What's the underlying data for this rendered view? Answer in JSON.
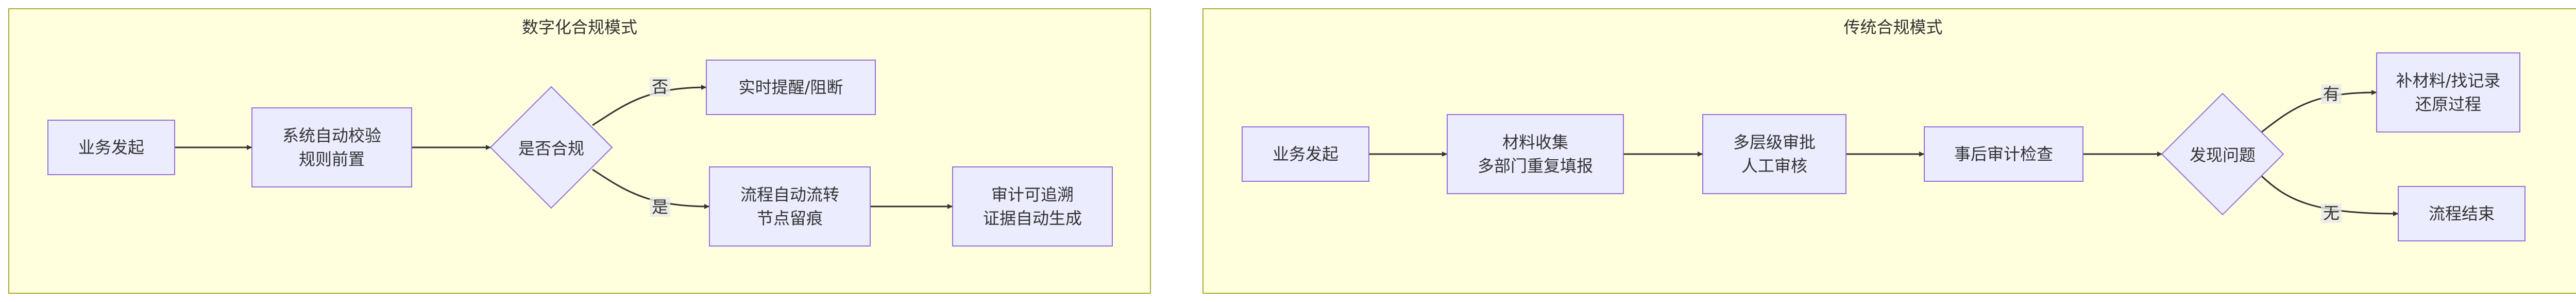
{
  "digital": {
    "title": "数字化合规模式",
    "n_start": "业务发起",
    "n_check_1": "系统自动校验",
    "n_check_2": "规则前置",
    "n_decision": "是否合规",
    "n_alert": "实时提醒/阻断",
    "n_flow_1": "流程自动流转",
    "n_flow_2": "节点留痕",
    "n_audit_1": "审计可追溯",
    "n_audit_2": "证据自动生成",
    "e_no": "否",
    "e_yes": "是"
  },
  "traditional": {
    "title": "传统合规模式",
    "n_start": "业务发起",
    "n_collect_1": "材料收集",
    "n_collect_2": "多部门重复填报",
    "n_approve_1": "多层级审批",
    "n_approve_2": "人工审核",
    "n_post": "事后审计检查",
    "n_decision": "发现问题",
    "n_fix_1": "补材料/找记录",
    "n_fix_2": "还原过程",
    "n_end": "流程结束",
    "e_yes": "有",
    "e_no": "无"
  },
  "colors": {
    "cluster_fill": "#ffffde",
    "cluster_stroke": "#aaaa33",
    "node_fill": "#ececff",
    "node_stroke": "#9370db",
    "edge": "#333333",
    "text": "#333333"
  }
}
